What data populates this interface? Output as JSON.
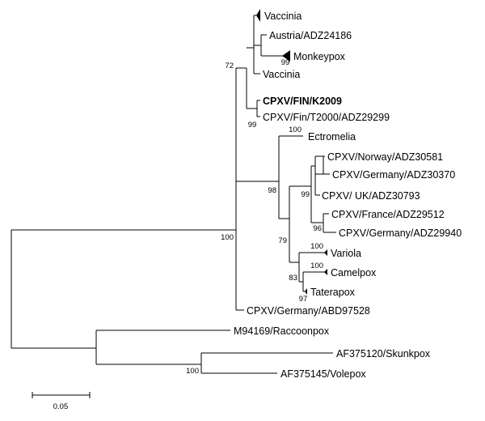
{
  "figure": "phylogenetic-tree",
  "leaves": {
    "vaccinia_1": "Vaccinia",
    "austria": "Austria/ADZ24186",
    "monkeypox": "Monkeypox",
    "vaccinia_2": "Vaccinia",
    "cpxv_fin_k2009": "CPXV/FIN/K2009",
    "cpxv_fin_t2000": "CPXV/Fin/T2000/ADZ29299",
    "ectromelia": "Ectromelia",
    "cpxv_norway": "CPXV/Norway/ADZ30581",
    "cpxv_germany_30370": "CPXV/Germany/ADZ30370",
    "cpxv_uk": "CPXV/ UK/ADZ30793",
    "cpxv_france": "CPXV/France/ADZ29512",
    "cpxv_germany_29940": "CPXV/Germany/ADZ29940",
    "variola": "Variola",
    "camelpox": "Camelpox",
    "taterapox": "Taterapox",
    "cpxv_germany_97528": "CPXV/Germany/ABD97528",
    "raccoonpox": "M94169/Raccoonpox",
    "skunkpox": "AF375120/Skunkpox",
    "volepox": "AF375145/Volepox"
  },
  "bootstrap": {
    "b72": "72",
    "b99_monkeypox": "99",
    "b99_fin": "99",
    "b100_ectromelia": "100",
    "b98": "98",
    "b99_uk": "99",
    "b96": "96",
    "b79": "79",
    "b100_variola": "100",
    "b100_camelpox": "100",
    "b83": "83",
    "b97": "97",
    "b100_root": "100",
    "b100_outgroup": "100"
  },
  "scale_bar": {
    "label": "0.05",
    "value": 0.05
  }
}
